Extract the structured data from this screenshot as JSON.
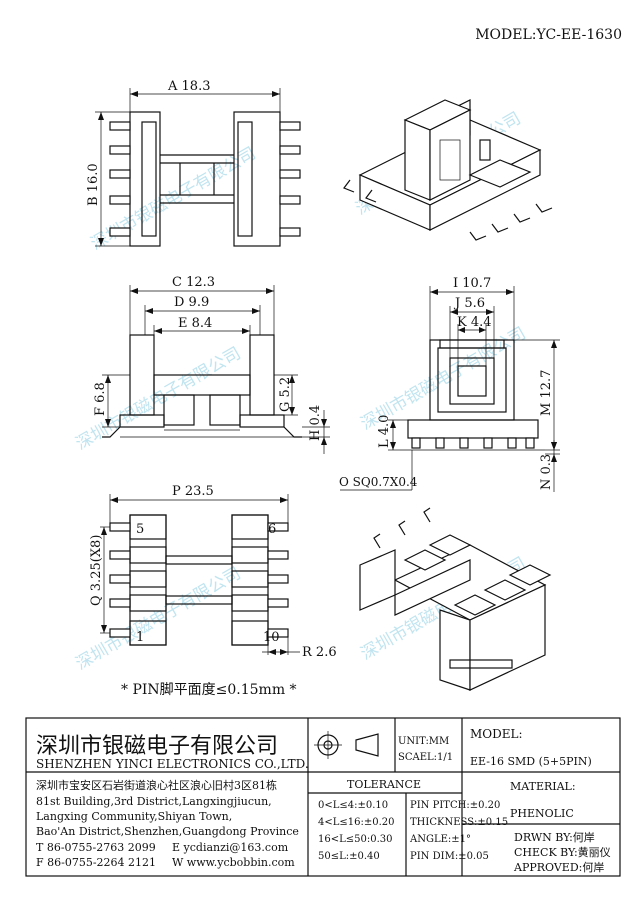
{
  "model": "MODEL:YC-EE-1630",
  "dimensions": {
    "A": "A 18.3",
    "B": "B 16.0",
    "C": "C 12.3",
    "D": "D 9.9",
    "E": "E 8.4",
    "F": "F 6.8",
    "G": "G 5.2",
    "H": "H 0.4",
    "I": "I 10.7",
    "J": "J 5.6",
    "K": "K 4.4",
    "L": "L 4.0",
    "M": "M 12.7",
    "N": "N 0.3",
    "O": "O SQ0.7X0.4",
    "P": "P 23.5",
    "Q": "Q 3.25(X8)",
    "R": "R 2.6"
  },
  "pins": {
    "p5": "5",
    "p6": "6",
    "p1": "1",
    "p10": "10"
  },
  "pin_note": "* PIN脚平面度≤0.15mm *",
  "watermark": "深圳市银磁电子有限公司",
  "company": {
    "name_cn": "深圳市银磁电子有限公司",
    "name_en": "SHENZHEN YINCI ELECTRONICS CO.,LTD.",
    "address_cn": "深圳市宝安区石岩街道浪心社区浪心旧村3区81栋",
    "address_en_1": "81st Building,3rd District,Langxingjiucun,",
    "address_en_2": "Langxing Community,Shiyan Town,",
    "address_en_3": "Bao'An District,Shenzhen,Guangdong Province",
    "tel": "T 86-0755-2763 2099",
    "email": "E ycdianzi@163.com",
    "fax": "F 86-0755-2264 2121",
    "web": "W www.ycbobbin.com"
  },
  "units": {
    "unit": "UNIT:MM",
    "scale": "SCAEL:1/1"
  },
  "tolerance": {
    "title": "TOLERANCE",
    "left": [
      "0<L≤4:±0.10",
      "4<L≤16:±0.20",
      "16<L≤50:0.30",
      "50≤L:±0.40"
    ],
    "right": [
      "PIN PITCH:±0.20",
      "THICKNESS:±0.15",
      "ANGLE:±1°",
      "PIN DIM:±0.05"
    ]
  },
  "model_block": {
    "label": "MODEL:",
    "value": "EE-16 SMD (5+5PIN)"
  },
  "material": {
    "label": "MATERIAL:",
    "value": "PHENOLIC"
  },
  "signoff": {
    "drawn": "DRWN BY:何岸",
    "check": "CHECK BY:黄丽仪",
    "approved": "APPROVED:何岸"
  }
}
